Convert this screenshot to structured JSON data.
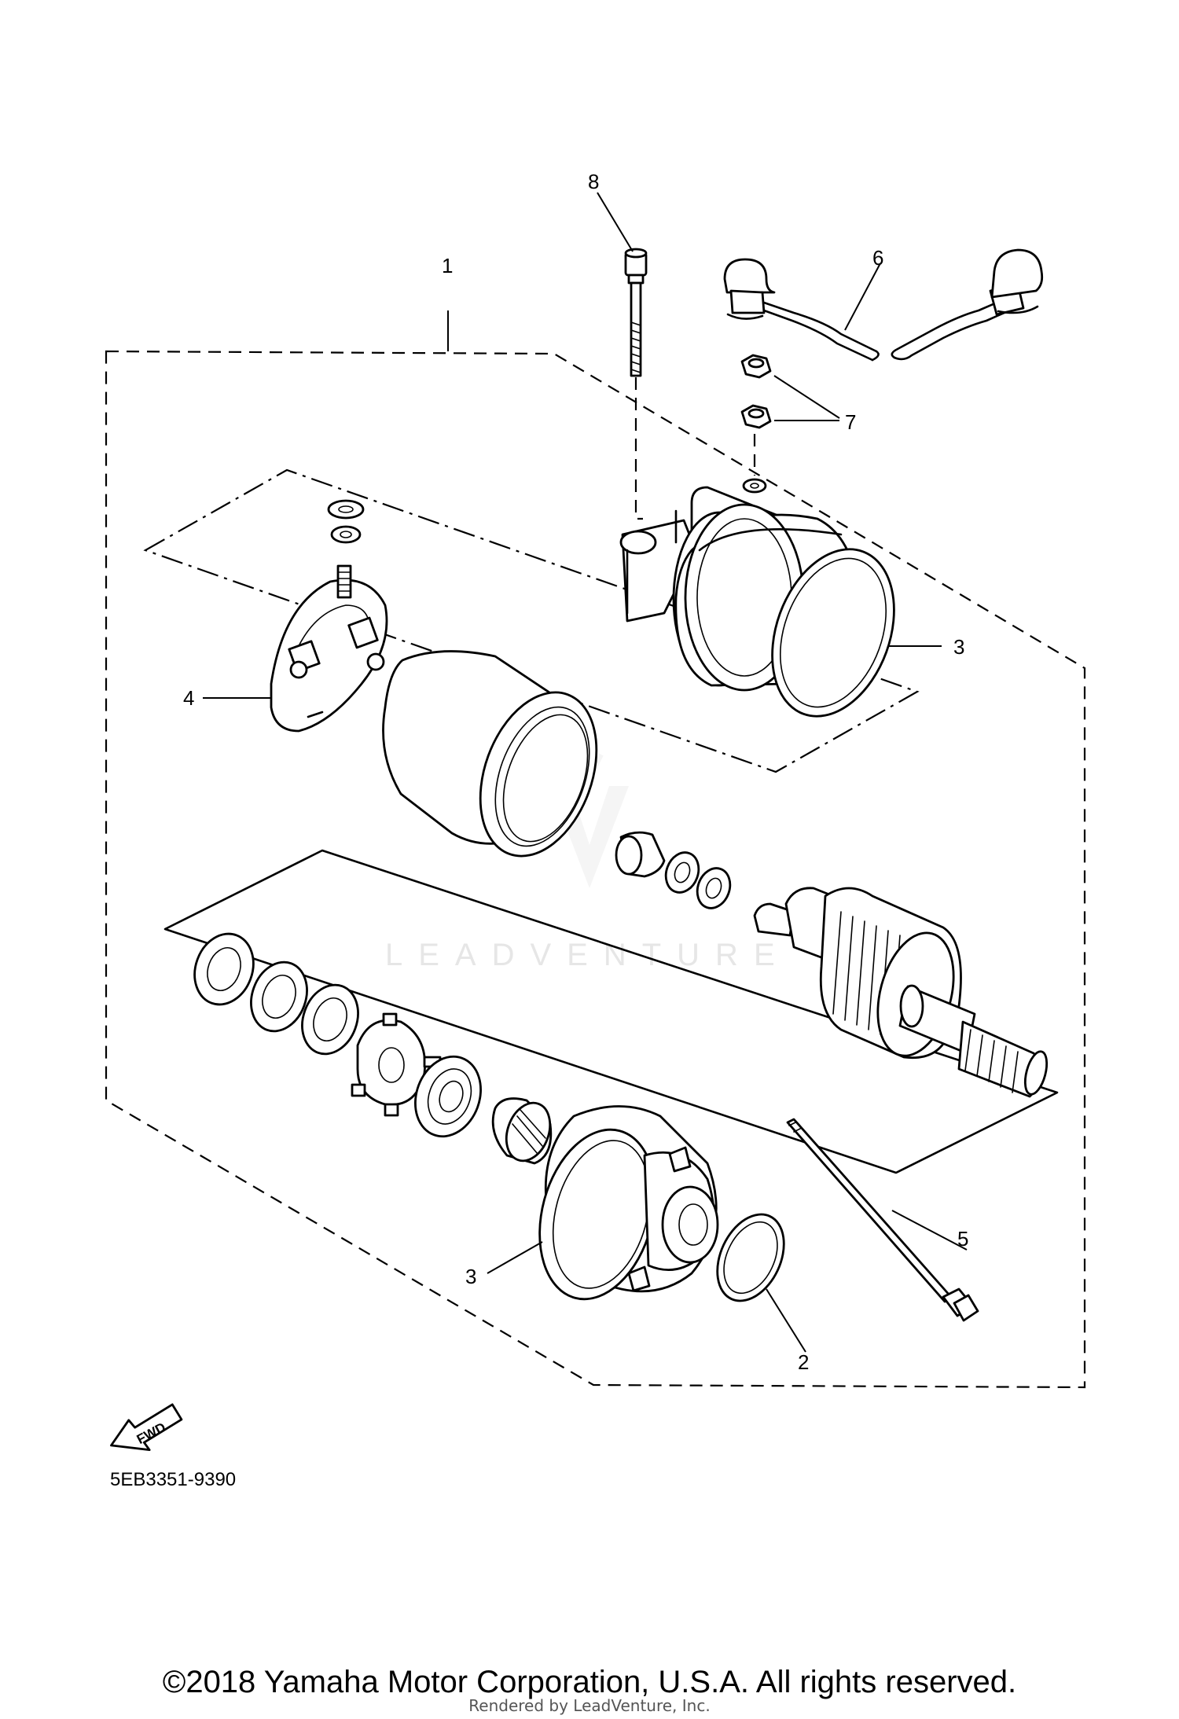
{
  "callouts": {
    "c1": "1",
    "c2": "2",
    "c3_top": "3",
    "c3_bottom": "3",
    "c4": "4",
    "c5": "5",
    "c6": "6",
    "c7": "7",
    "c8": "8"
  },
  "fwd_label": "FWD",
  "diagram_code": "5EB3351-9390",
  "watermark": "LEADVENTURE",
  "copyright": "©2018 Yamaha Motor Corporation, U.S.A. All rights reserved.",
  "rendered_by": "Rendered by LeadVenture, Inc."
}
